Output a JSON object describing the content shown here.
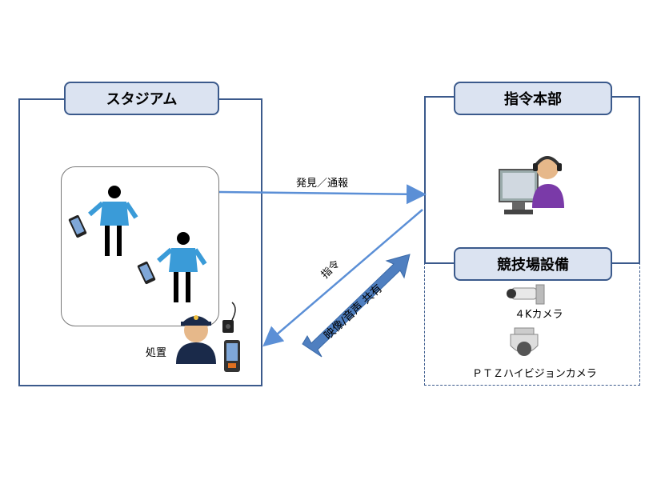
{
  "stadium": {
    "title": "スタジアム",
    "action_label": "処置"
  },
  "hq": {
    "title": "指令本部"
  },
  "facility": {
    "title": "競技場設備",
    "camera_4k_label": "４Kカメラ",
    "camera_ptz_label": "ＰＴＺハイビジョンカメラ"
  },
  "arrows": {
    "report_label": "発見／通報",
    "command_label": "指令",
    "share_label": "映像/音声 共有"
  },
  "colors": {
    "border": "#3b5a8c",
    "title_fill": "#dbe3f1",
    "arrow": "#5b8fd6",
    "share_arrow": "#4f7fc0"
  }
}
